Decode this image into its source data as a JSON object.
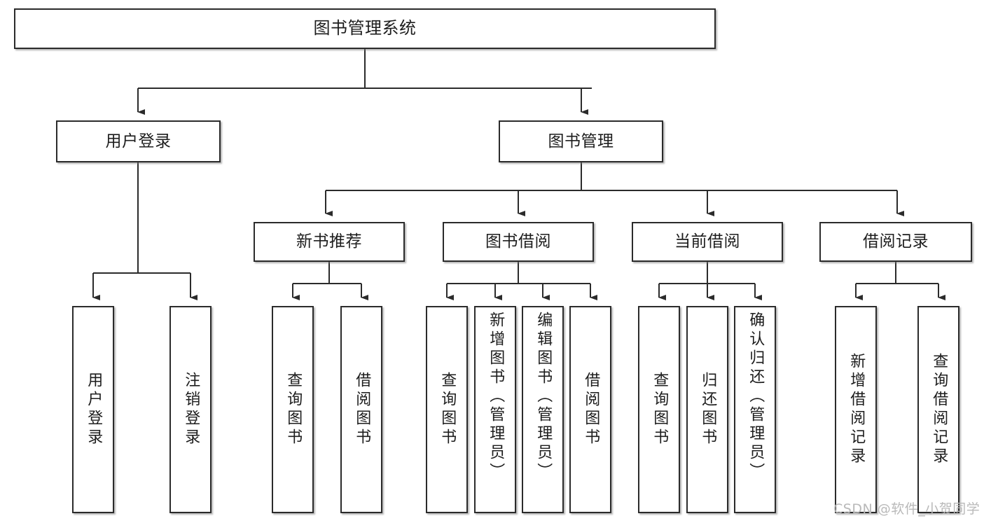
{
  "diagram": {
    "title": "图书管理系统",
    "type": "hierarchy-tree",
    "watermark": "CSDN @软件_小贺同学",
    "colors": {
      "border": "#2b2b2b",
      "fill": "#ffffff",
      "text": "#1d1d1d",
      "edge": "#2b2b2b",
      "watermark": "#b9b9b9"
    },
    "levels": {
      "root": {
        "label": "图书管理系统"
      },
      "level2": [
        {
          "label": "用户登录"
        },
        {
          "label": "图书管理"
        }
      ],
      "level3": [
        {
          "label": "新书推荐"
        },
        {
          "label": "图书借阅"
        },
        {
          "label": "当前借阅"
        },
        {
          "label": "借阅记录"
        }
      ],
      "leaves": {
        "user_login": [
          {
            "label": "用户登录"
          },
          {
            "label": "注销登录"
          }
        ],
        "new_book_recommend": [
          {
            "label": "查询图书"
          },
          {
            "label": "借阅图书"
          }
        ],
        "book_borrow": [
          {
            "label": "查询图书"
          },
          {
            "label": "新增图书（管理员）"
          },
          {
            "label": "编辑图书（管理员）"
          },
          {
            "label": "借阅图书"
          }
        ],
        "current_borrow": [
          {
            "label": "查询图书"
          },
          {
            "label": "归还图书"
          },
          {
            "label": "确认归还（管理员）"
          }
        ],
        "borrow_record": [
          {
            "label": "新增借阅记录"
          },
          {
            "label": "查询借阅记录"
          }
        ]
      }
    }
  }
}
